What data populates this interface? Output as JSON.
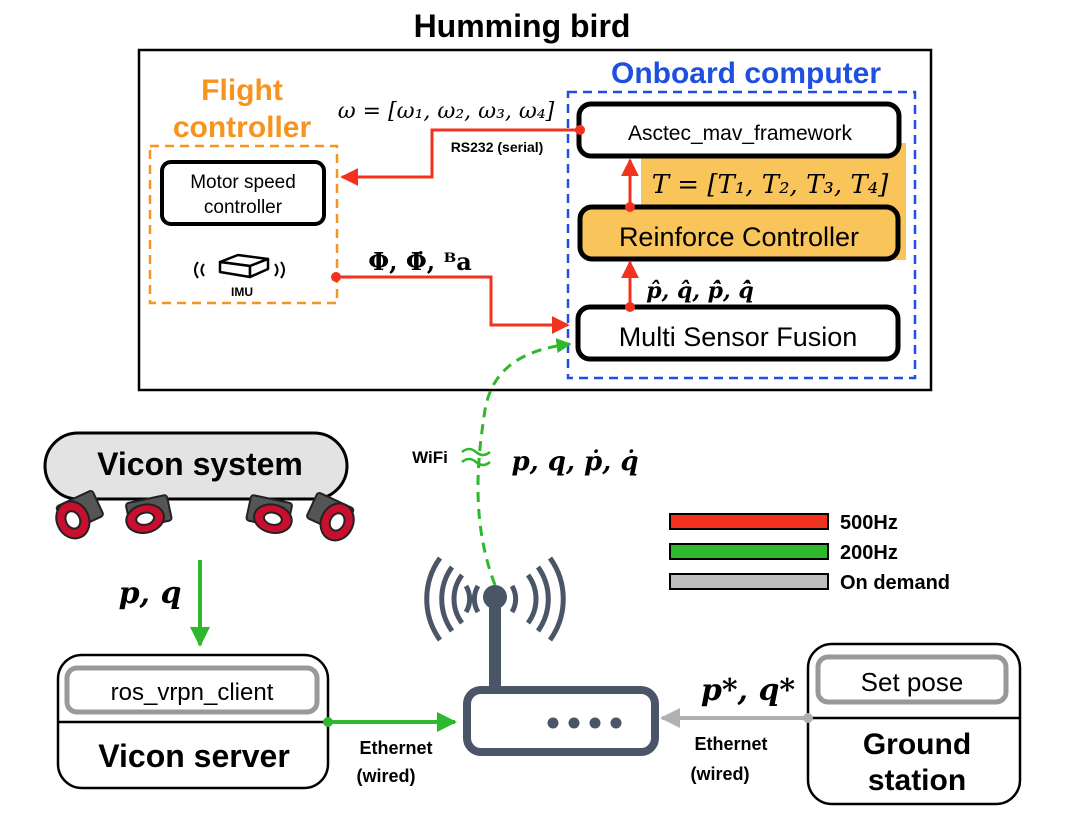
{
  "title": "Humming bird",
  "flight_controller": {
    "label_line1": "Flight",
    "label_line2": "controller",
    "motor_box_line1": "Motor speed",
    "motor_box_line2": "controller",
    "imu_label": "IMU"
  },
  "onboard_computer": {
    "label": "Onboard computer",
    "framework_box": "Asctec_mav_framework",
    "controller_box": "Reinforce Controller",
    "fusion_box": "Multi Sensor Fusion"
  },
  "signals": {
    "omega": "ω = [ω₁, ω₂, ω₃, ω₄]",
    "rs232": "RS232 (serial)",
    "thrust": "T = [T₁, T₂, T₃, T₄]",
    "imu_data": "Φ, Φ̇, ᴮa",
    "estimate": "p̂, q̂, p̂̇, q̂̇",
    "wifi_label": "WiFi",
    "wifi_data": "p, q, ṗ, q̇",
    "vicon_data": "p, q",
    "setpoint": "p*, q*"
  },
  "vicon_system": {
    "label": "Vicon system"
  },
  "vicon_server": {
    "inner_box": "ros_vrpn_client",
    "label": "Vicon server"
  },
  "ground_station": {
    "inner_box": "Set pose",
    "label_line1": "Ground",
    "label_line2": "station"
  },
  "links": {
    "left_ethernet_line1": "Ethernet",
    "left_ethernet_line2": "(wired)",
    "right_ethernet_line1": "Ethernet",
    "right_ethernet_line2": "(wired)"
  },
  "legend": [
    {
      "label": "500Hz",
      "color": "#f0321e"
    },
    {
      "label": "200Hz",
      "color": "#2eb82e"
    },
    {
      "label": "On demand",
      "color": "#bdbdbd"
    }
  ],
  "colors": {
    "red": "#f0321e",
    "green": "#2eb82e",
    "gray": "#b0b0b0",
    "orange": "#f7941d",
    "blue": "#1f4fe0",
    "highlight": "#f9c45a",
    "router": "#4a5568"
  }
}
